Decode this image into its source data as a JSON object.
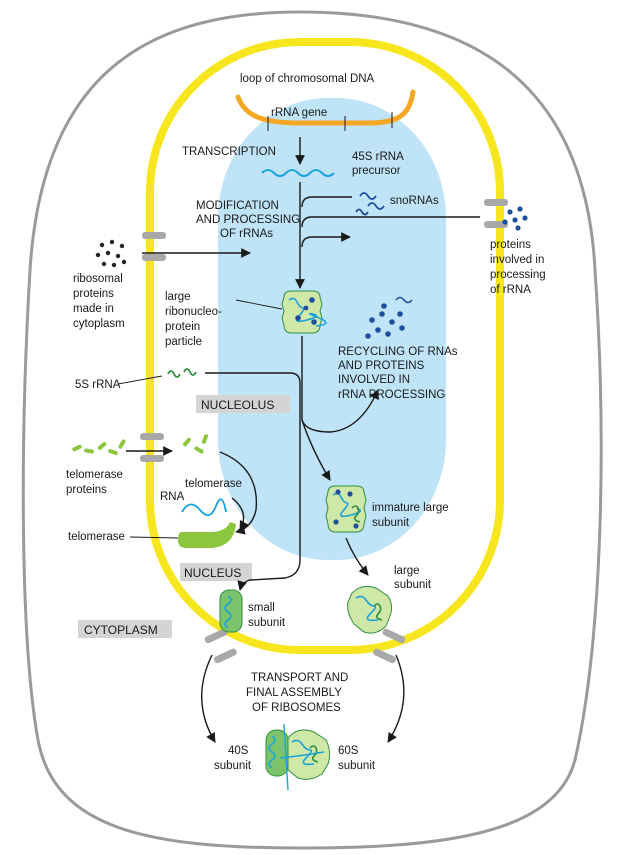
{
  "labels": {
    "loop_dna": "loop of chromosomal DNA",
    "rrna_gene": "rRNA gene",
    "transcription": "TRANSCRIPTION",
    "precursor_1": "45S rRNA",
    "precursor_2": "precursor",
    "snornas": "snoRNAs",
    "modification_1": "MODIFICATION",
    "modification_2": "AND PROCESSING",
    "modification_3": "OF rRNAs",
    "proteins_proc_1": "proteins",
    "proteins_proc_2": "involved in",
    "proteins_proc_3": "processing",
    "proteins_proc_4": "of rRNA",
    "ribo_prot_1": "ribosomal",
    "ribo_prot_2": "proteins",
    "ribo_prot_3": "made in",
    "ribo_prot_4": "cytoplasm",
    "rnp_1": "large",
    "rnp_2": "ribonucleo-",
    "rnp_3": "protein",
    "rnp_4": "particle",
    "recycling_1": "RECYCLING OF RNAs",
    "recycling_2": "AND PROTEINS",
    "recycling_3": "INVOLVED IN",
    "recycling_4": "rRNA PROCESSING",
    "five_s": "5S rRNA",
    "nucleolus": "NUCLEOLUS",
    "tel_prot_1": "telomerase",
    "tel_prot_2": "proteins",
    "tel_rna_1": "telomerase",
    "tel_rna_2": "RNA",
    "telomerase": "telomerase",
    "immature_1": "immature large",
    "immature_2": "subunit",
    "nucleus": "NUCLEUS",
    "large_sub_1": "large",
    "large_sub_2": "subunit",
    "small_sub_1": "small",
    "small_sub_2": "subunit",
    "cytoplasm": "CYTOPLASM",
    "transport_1": "TRANSPORT AND",
    "transport_2": "FINAL ASSEMBLY",
    "transport_3": "OF RIBOSOMES",
    "s40_1": "40S",
    "s40_2": "subunit",
    "s60_1": "60S",
    "s60_2": "subunit"
  },
  "colors": {
    "cell_outline": "#9a9a9a",
    "nuclear_envelope": "#f7e51e",
    "nucleolus": "#bfe3f7",
    "subunit_fill": "#cfe8a8",
    "small_subunit_fill": "#7cc36b",
    "rna_blue": "#1aa3d9",
    "rna_green": "#2f8f3f",
    "protein_dot_dark": "#1f4f9c",
    "protein_dot_black": "#222222",
    "telomerase_green": "#8cc63f",
    "dna_orange": "#f5a623",
    "pore_gray": "#a8a8a8",
    "label_box": "#d4d4d4"
  }
}
